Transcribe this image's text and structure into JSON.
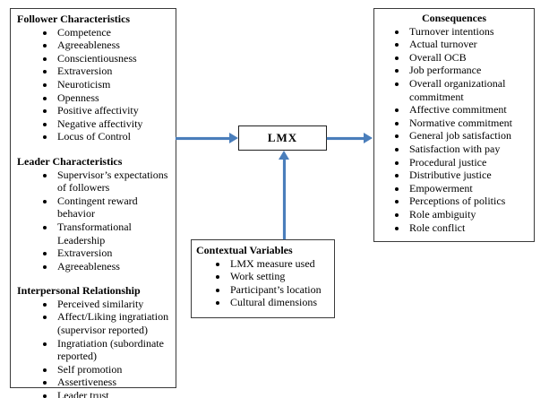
{
  "colors": {
    "arrow_blue": "#4a7ebb",
    "box_border": "#3a3a3a",
    "lmx_border": "#1f1f1f",
    "background": "#ffffff",
    "text": "#000000"
  },
  "left_box": {
    "sections": [
      {
        "heading": "Follower Characteristics",
        "items": [
          "Competence",
          "Agreeableness",
          "Conscientiousness",
          "Extraversion",
          "Neuroticism",
          "Openness",
          "Positive affectivity",
          "Negative affectivity",
          "Locus of Control"
        ]
      },
      {
        "heading": "Leader Characteristics",
        "items": [
          "Supervisor’s expectations of followers",
          "Contingent reward behavior",
          "Transformational Leadership",
          "Extraversion",
          "Agreeableness"
        ]
      },
      {
        "heading": "Interpersonal Relationship",
        "items": [
          "Perceived similarity",
          "Affect/Liking ingratiation (supervisor reported)",
          "Ingratiation (subordinate reported)",
          "Self promotion",
          "Assertiveness",
          "Leader trust"
        ]
      }
    ]
  },
  "lmx_box": {
    "label": "LMX"
  },
  "contextual_box": {
    "heading": "Contextual Variables",
    "items": [
      "LMX measure used",
      "Work setting",
      "Participant’s location",
      "Cultural dimensions"
    ]
  },
  "consequences_box": {
    "heading": "Consequences",
    "items": [
      "Turnover intentions",
      "Actual turnover",
      "Overall OCB",
      "Job performance",
      "Overall organizational commitment",
      "Affective commitment",
      "Normative commitment",
      "General job satisfaction",
      "Satisfaction with pay",
      "Procedural justice",
      "Distributive justice",
      "Empowerment",
      "Perceptions of politics",
      "Role ambiguity",
      "Role conflict"
    ]
  }
}
